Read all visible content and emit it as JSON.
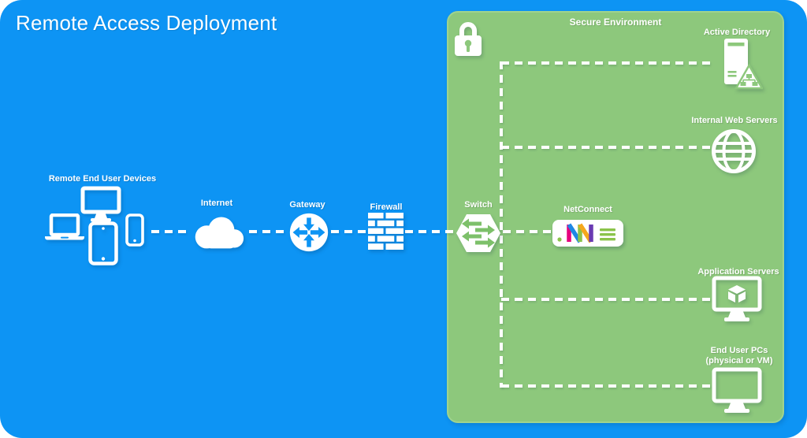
{
  "title": "Remote Access Deployment",
  "colors": {
    "background": "#0D94F4",
    "secure_fill": "#8DC87C",
    "secure_border": "#9FD38E",
    "icon_white": "#FFFFFF",
    "logo_pink": "#E6007E",
    "logo_blue": "#1E88E5",
    "logo_green": "#8BC34A",
    "logo_orange": "#F5A81C",
    "logo_purple": "#6A3AB2"
  },
  "nodes": {
    "remote_devices": {
      "label": "Remote End User Devices"
    },
    "internet": {
      "label": "Internet"
    },
    "gateway": {
      "label": "Gateway"
    },
    "firewall": {
      "label": "Firewall"
    },
    "switch": {
      "label": "Switch"
    },
    "secure_environment": {
      "label": "Secure Environment"
    },
    "active_directory": {
      "label": "Active Directory"
    },
    "internal_web_servers": {
      "label": "Internal Web Servers"
    },
    "netconnect": {
      "label": "NetConnect"
    },
    "application_servers": {
      "label": "Application Servers"
    },
    "end_user_pcs": {
      "label": "End User PCs",
      "sublabel": "(physical or VM)"
    }
  }
}
